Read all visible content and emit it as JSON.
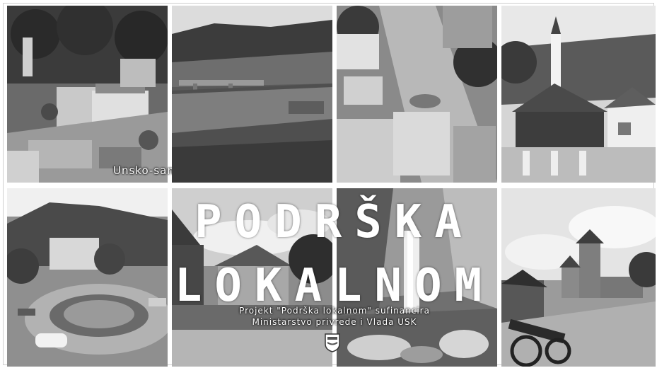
{
  "collage": {
    "canton_label": "Unsko-sanski kanton",
    "title_line1": "PODRŠKA",
    "title_line2": "LOKALNOM",
    "subtitle_line1": "Projekt \"Podrška lokalnom\" sufinancira",
    "subtitle_line2": "Ministarstvo privrede i Vlada USK",
    "tiles": [
      "town-aerial-square",
      "river-bridge",
      "street-aerial-roundabout",
      "mosque-wooden-houses",
      "roundabout-fountain",
      "church-rooftops",
      "waterfall-gorge",
      "fortress-cannon"
    ]
  }
}
